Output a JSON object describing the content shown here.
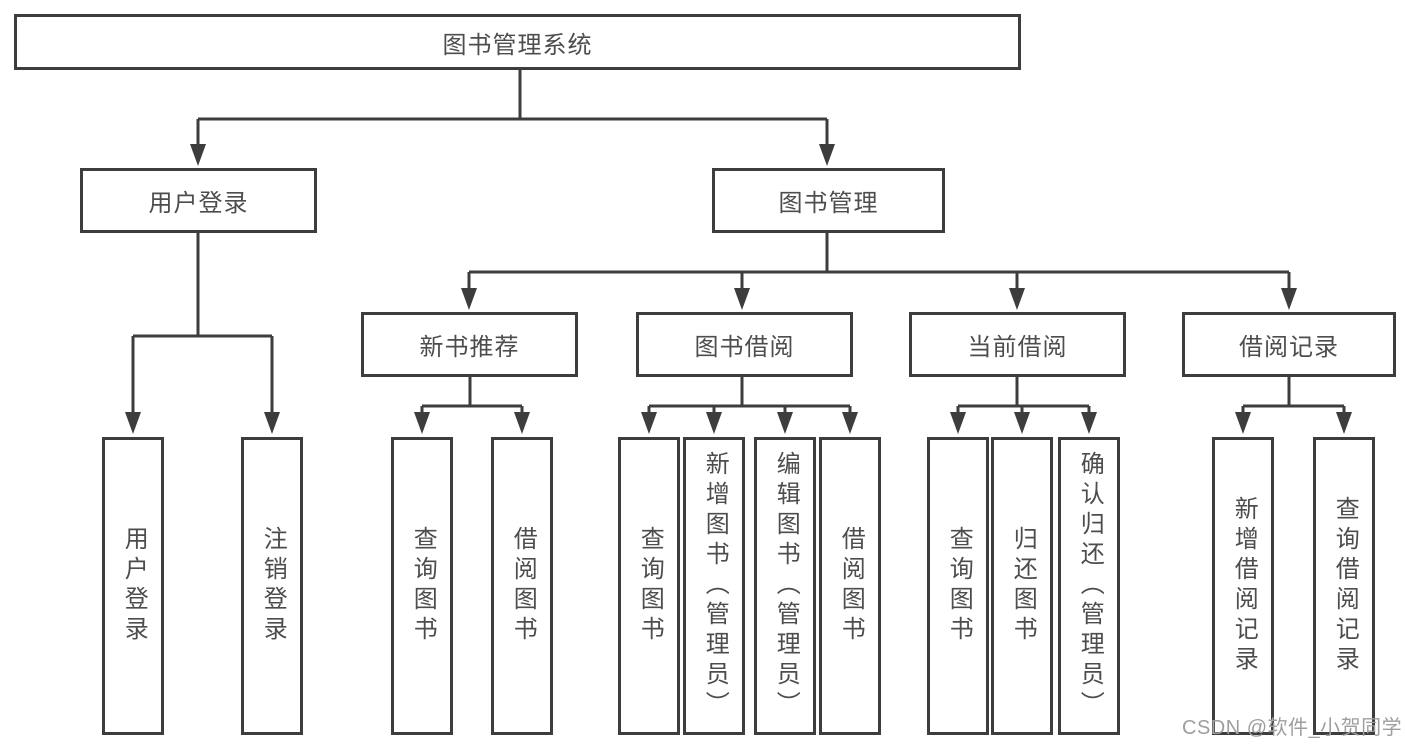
{
  "colors": {
    "line": "#3d3d3d",
    "box_border": "#3d3d3d",
    "box_background": "#ffffff",
    "text": "#4d4d4d",
    "watermark": "#9e9e9e",
    "page_background": "#ffffff"
  },
  "watermark": {
    "text": "CSDN @软件_小贺同学"
  },
  "tree": {
    "root": {
      "label": "图书管理系统",
      "children": [
        {
          "label": "用户登录",
          "children": [
            {
              "label": "用户登录"
            },
            {
              "label": "注销登录"
            }
          ]
        },
        {
          "label": "图书管理",
          "children": [
            {
              "label": "新书推荐",
              "children": [
                {
                  "label": "查询图书"
                },
                {
                  "label": "借阅图书"
                }
              ]
            },
            {
              "label": "图书借阅",
              "children": [
                {
                  "label": "查询图书"
                },
                {
                  "label": "新增图书（管理员）"
                },
                {
                  "label": "编辑图书（管理员）"
                },
                {
                  "label": "借阅图书"
                }
              ]
            },
            {
              "label": "当前借阅",
              "children": [
                {
                  "label": "查询图书"
                },
                {
                  "label": "归还图书"
                },
                {
                  "label": "确认归还（管理员）"
                }
              ]
            },
            {
              "label": "借阅记录",
              "children": [
                {
                  "label": "新增借阅记录"
                },
                {
                  "label": "查询借阅记录"
                }
              ]
            }
          ]
        }
      ]
    }
  }
}
